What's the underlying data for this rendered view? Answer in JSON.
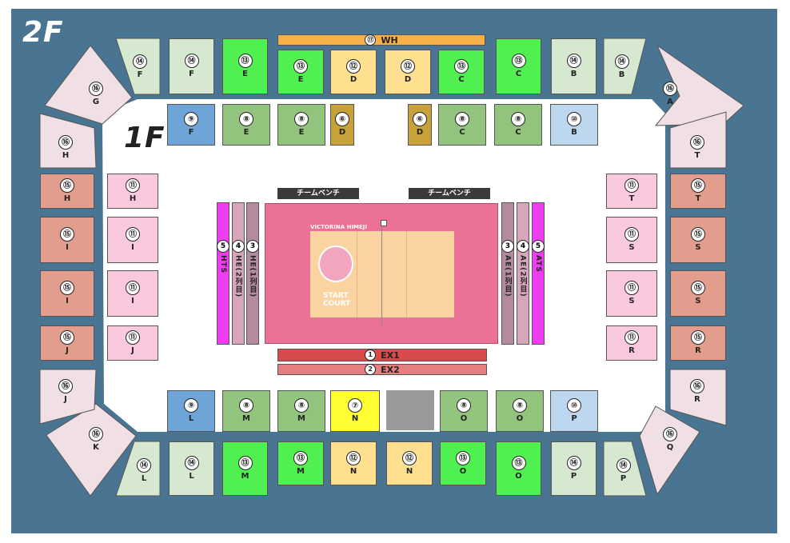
{
  "floors": {
    "upper": "2F",
    "lower": "1F"
  },
  "colors": {
    "concourse": "#4a7592",
    "s17": "#f6b04a",
    "s16": "#f0e0e6",
    "s15": "#e39d8c",
    "s14": "#d6e8cf",
    "s13": "#50f050",
    "s12": "#fee08f",
    "s11": "#fbc9de",
    "s10": "#bdd7ee",
    "s9": "#6ea4d8",
    "s8": "#93c47d",
    "s7": "#ffff33",
    "s6": "#c9a13b",
    "s5": "#ee3df0",
    "s4": "#d8a6bb",
    "s3": "#b38a9e",
    "s2": "#e47f7f",
    "s1": "#d94a4a",
    "court_pink": "#ec7196",
    "court_floor": "#fbd3a0",
    "blocked": "#999999"
  },
  "sections": [
    {
      "num": "⑰",
      "label": "WH"
    },
    {
      "num": "⑭",
      "label": "F"
    },
    {
      "num": "⑭",
      "label": "F"
    },
    {
      "num": "⑬",
      "label": "E"
    },
    {
      "num": "⑬",
      "label": "E"
    },
    {
      "num": "⑫",
      "label": "D"
    },
    {
      "num": "⑫",
      "label": "D"
    },
    {
      "num": "⑬",
      "label": "C"
    },
    {
      "num": "⑬",
      "label": "C"
    },
    {
      "num": "⑭",
      "label": "B"
    },
    {
      "num": "⑭",
      "label": "B"
    },
    {
      "num": "⑯",
      "label": "G"
    },
    {
      "num": "⑯",
      "label": "A"
    },
    {
      "num": "⑨",
      "label": "F"
    },
    {
      "num": "⑧",
      "label": "E"
    },
    {
      "num": "⑧",
      "label": "E"
    },
    {
      "num": "⑥",
      "label": "D"
    },
    {
      "num": "⑥",
      "label": "D"
    },
    {
      "num": "⑧",
      "label": "C"
    },
    {
      "num": "⑧",
      "label": "C"
    },
    {
      "num": "⑩",
      "label": "B"
    },
    {
      "num": "⑯",
      "label": "H"
    },
    {
      "num": "⑮",
      "label": "H"
    },
    {
      "num": "⑮",
      "label": "I"
    },
    {
      "num": "⑮",
      "label": "I"
    },
    {
      "num": "⑮",
      "label": "J"
    },
    {
      "num": "⑯",
      "label": "J"
    },
    {
      "num": "⑯",
      "label": "K"
    },
    {
      "num": "⑪",
      "label": "H"
    },
    {
      "num": "⑪",
      "label": "I"
    },
    {
      "num": "⑪",
      "label": "I"
    },
    {
      "num": "⑪",
      "label": "J"
    },
    {
      "num": "⑯",
      "label": "T"
    },
    {
      "num": "⑮",
      "label": "T"
    },
    {
      "num": "⑮",
      "label": "S"
    },
    {
      "num": "⑮",
      "label": "S"
    },
    {
      "num": "⑮",
      "label": "R"
    },
    {
      "num": "⑯",
      "label": "R"
    },
    {
      "num": "⑯",
      "label": "Q"
    },
    {
      "num": "⑪",
      "label": "T"
    },
    {
      "num": "⑪",
      "label": "S"
    },
    {
      "num": "⑪",
      "label": "S"
    },
    {
      "num": "⑪",
      "label": "R"
    },
    {
      "num": "⑨",
      "label": "L"
    },
    {
      "num": "⑧",
      "label": "M"
    },
    {
      "num": "⑧",
      "label": "M"
    },
    {
      "num": "⑦",
      "label": "N"
    },
    {
      "num": "⑧",
      "label": "O"
    },
    {
      "num": "⑧",
      "label": "O"
    },
    {
      "num": "⑩",
      "label": "P"
    },
    {
      "num": "⑭",
      "label": "L"
    },
    {
      "num": "⑭",
      "label": "L"
    },
    {
      "num": "⑬",
      "label": "M"
    },
    {
      "num": "⑬",
      "label": "M"
    },
    {
      "num": "⑫",
      "label": "N"
    },
    {
      "num": "⑫",
      "label": "N"
    },
    {
      "num": "⑬",
      "label": "O"
    },
    {
      "num": "⑬",
      "label": "O"
    },
    {
      "num": "⑭",
      "label": "P"
    },
    {
      "num": "⑭",
      "label": "P"
    }
  ],
  "benches": {
    "left": "チームベンチ",
    "right": "チームベンチ"
  },
  "courtside": {
    "hts": {
      "num": "5",
      "text": "HTS"
    },
    "he2": {
      "num": "4",
      "text": "HE(2列目)"
    },
    "he1": {
      "num": "3",
      "text": "HE(1列目)"
    },
    "ae1": {
      "num": "3",
      "text": "AE(1列目)"
    },
    "ae2": {
      "num": "4",
      "text": "AE(2列目)"
    },
    "ats": {
      "num": "5",
      "text": "ATS"
    }
  },
  "ex": {
    "ex1": {
      "num": "1",
      "label": "EX1"
    },
    "ex2": {
      "num": "2",
      "label": "EX2"
    }
  },
  "court": {
    "team": "VICTORINA HIMEJI",
    "start": "START",
    "court": "COURT"
  }
}
